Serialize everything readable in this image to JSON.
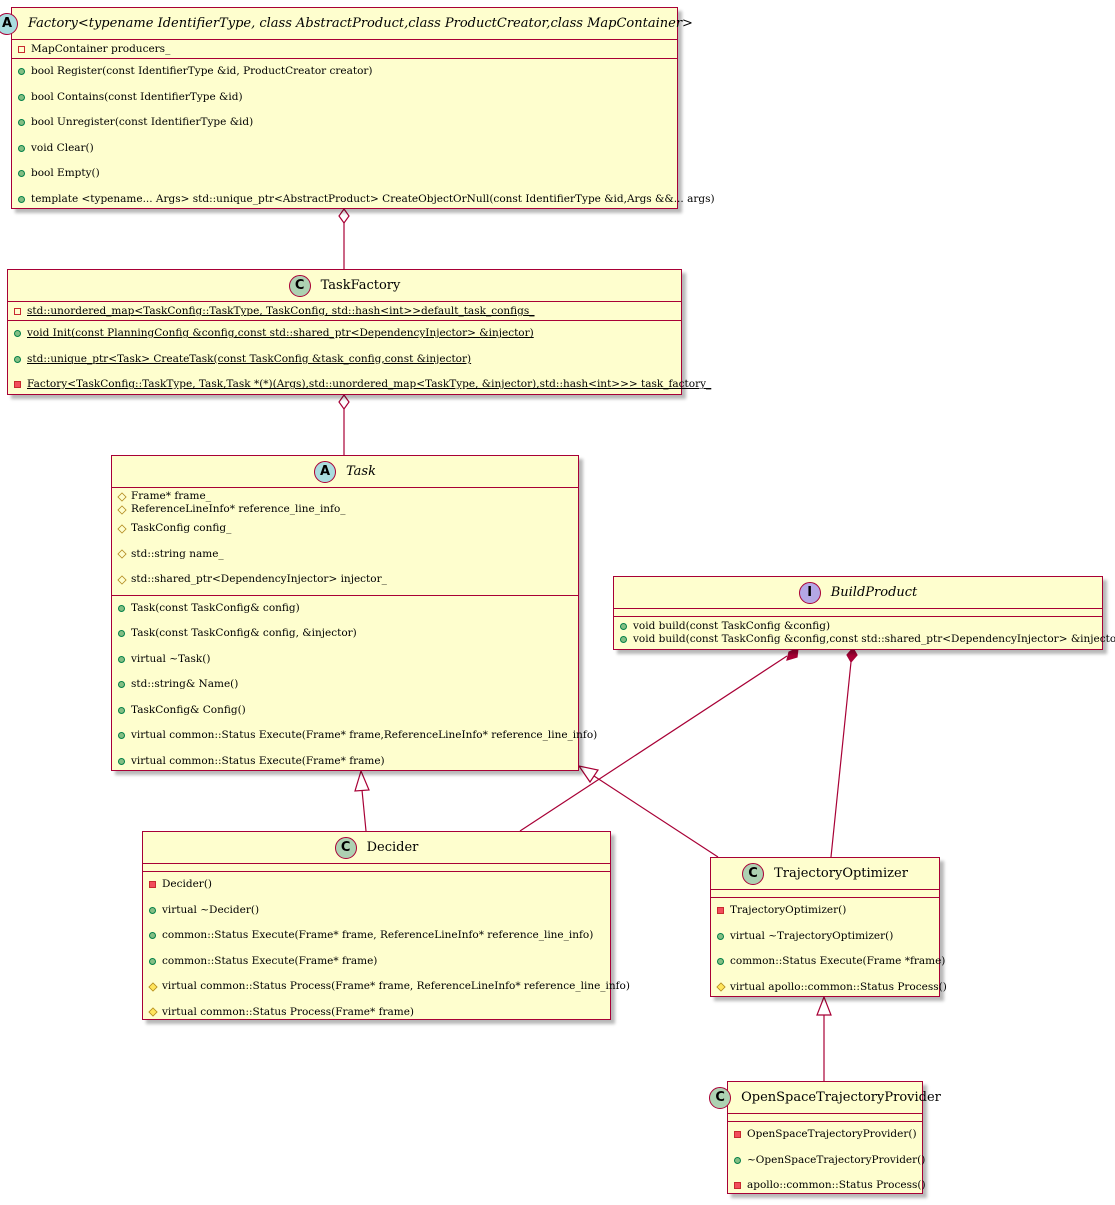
{
  "colors": {
    "class_fill": "#fefece",
    "border": "#a80036",
    "class_icon": "#add1b2",
    "abstract_icon": "#a9dcdf",
    "interface_icon": "#b4a7e5",
    "public_marker": "#84be84",
    "private_marker": "#c82930",
    "protected_marker": "#b38d22"
  },
  "classes": {
    "factory": {
      "kind": "abstract",
      "icon": "A",
      "name": "Factory<typename IdentifierType, class AbstractProduct,class ProductCreator,class MapContainer>",
      "fields": [
        {
          "vis": "private",
          "text": "MapContainer producers_"
        }
      ],
      "methods": [
        {
          "vis": "public",
          "text": "bool Register(const IdentifierType &id, ProductCreator creator)"
        },
        {
          "vis": "public",
          "text": "bool Contains(const IdentifierType &id)"
        },
        {
          "vis": "public",
          "text": "bool Unregister(const IdentifierType &id)"
        },
        {
          "vis": "public",
          "text": "void Clear()"
        },
        {
          "vis": "public",
          "text": "bool Empty()"
        },
        {
          "vis": "public",
          "text": "template <typename... Args> std::unique_ptr<AbstractProduct> CreateObjectOrNull(const IdentifierType &id,Args &&... args)"
        }
      ]
    },
    "task_factory": {
      "kind": "class",
      "icon": "C",
      "name": "TaskFactory",
      "fields": [
        {
          "vis": "private",
          "text": "std::unordered_map<TaskConfig::TaskType, TaskConfig, std::hash<int>>default_task_configs_"
        }
      ],
      "methods": [
        {
          "vis": "public",
          "text": "void Init(const PlanningConfig &config,const std::shared_ptr<DependencyInjector> &injector)"
        },
        {
          "vis": "public",
          "text": "std::unique_ptr<Task> CreateTask(const TaskConfig &task_config,const &injector)"
        },
        {
          "vis": "private",
          "text": "Factory<TaskConfig::TaskType, Task,Task *(*)(Args),std::unordered_map<TaskType, &injector),std::hash<int>>> task_factory_"
        }
      ]
    },
    "task": {
      "kind": "abstract",
      "icon": "A",
      "name": "Task",
      "fields": [
        {
          "vis": "protected",
          "text": "Frame* frame_"
        },
        {
          "vis": "protected",
          "text": "ReferenceLineInfo* reference_line_info_"
        },
        {
          "vis": "protected",
          "text": "TaskConfig config_"
        },
        {
          "vis": "protected",
          "text": "std::string name_"
        },
        {
          "vis": "protected",
          "text": "std::shared_ptr<DependencyInjector> injector_"
        }
      ],
      "methods": [
        {
          "vis": "public",
          "text": "Task(const TaskConfig& config)"
        },
        {
          "vis": "public",
          "text": "Task(const TaskConfig& config, &injector)"
        },
        {
          "vis": "public",
          "text": "virtual ~Task()"
        },
        {
          "vis": "public",
          "text": "std::string& Name()"
        },
        {
          "vis": "public",
          "text": "TaskConfig& Config()"
        },
        {
          "vis": "public",
          "text": "virtual common::Status Execute(Frame* frame,ReferenceLineInfo* reference_line_info)"
        },
        {
          "vis": "public",
          "text": "virtual common::Status Execute(Frame* frame)"
        }
      ]
    },
    "build_product": {
      "kind": "interface",
      "icon": "I",
      "name": "BuildProduct",
      "fields": [],
      "methods": [
        {
          "vis": "public",
          "text": "void build(const TaskConfig &config)"
        },
        {
          "vis": "public",
          "text": "void build(const TaskConfig &config,const std::shared_ptr<DependencyInjector> &injector)"
        }
      ]
    },
    "decider": {
      "kind": "class",
      "icon": "C",
      "name": "Decider",
      "fields": [],
      "methods": [
        {
          "vis": "private",
          "text": "Decider()"
        },
        {
          "vis": "public",
          "text": "virtual ~Decider()"
        },
        {
          "vis": "public",
          "text": "common::Status Execute(Frame* frame, ReferenceLineInfo* reference_line_info)"
        },
        {
          "vis": "public",
          "text": "common::Status Execute(Frame* frame)"
        },
        {
          "vis": "protected",
          "text": "virtual common::Status Process(Frame* frame, ReferenceLineInfo* reference_line_info)"
        },
        {
          "vis": "protected",
          "text": "virtual common::Status Process(Frame* frame)"
        }
      ]
    },
    "trajectory_optimizer": {
      "kind": "class",
      "icon": "C",
      "name": "TrajectoryOptimizer",
      "fields": [],
      "methods": [
        {
          "vis": "private",
          "text": "TrajectoryOptimizer()"
        },
        {
          "vis": "public",
          "text": "virtual ~TrajectoryOptimizer()"
        },
        {
          "vis": "public",
          "text": "common::Status Execute(Frame *frame)"
        },
        {
          "vis": "protected",
          "text": "virtual apollo::common::Status Process()"
        }
      ]
    },
    "open_space": {
      "kind": "class",
      "icon": "C",
      "name": "OpenSpaceTrajectoryProvider",
      "fields": [],
      "methods": [
        {
          "vis": "private",
          "text": "OpenSpaceTrajectoryProvider()"
        },
        {
          "vis": "public",
          "text": "~OpenSpaceTrajectoryProvider()"
        },
        {
          "vis": "private",
          "text": "apollo::common::Status Process()"
        }
      ]
    }
  },
  "relations": [
    {
      "type": "aggregation",
      "whole": "Factory",
      "part": "TaskFactory"
    },
    {
      "type": "aggregation",
      "whole": "TaskFactory",
      "part": "Task"
    },
    {
      "type": "inheritance",
      "parent": "Task",
      "child": "Decider"
    },
    {
      "type": "inheritance",
      "parent": "Task",
      "child": "TrajectoryOptimizer"
    },
    {
      "type": "composition",
      "whole": "BuildProduct",
      "part": "Decider"
    },
    {
      "type": "composition",
      "whole": "BuildProduct",
      "part": "TrajectoryOptimizer"
    },
    {
      "type": "inheritance",
      "parent": "TrajectoryOptimizer",
      "child": "OpenSpaceTrajectoryProvider"
    }
  ]
}
